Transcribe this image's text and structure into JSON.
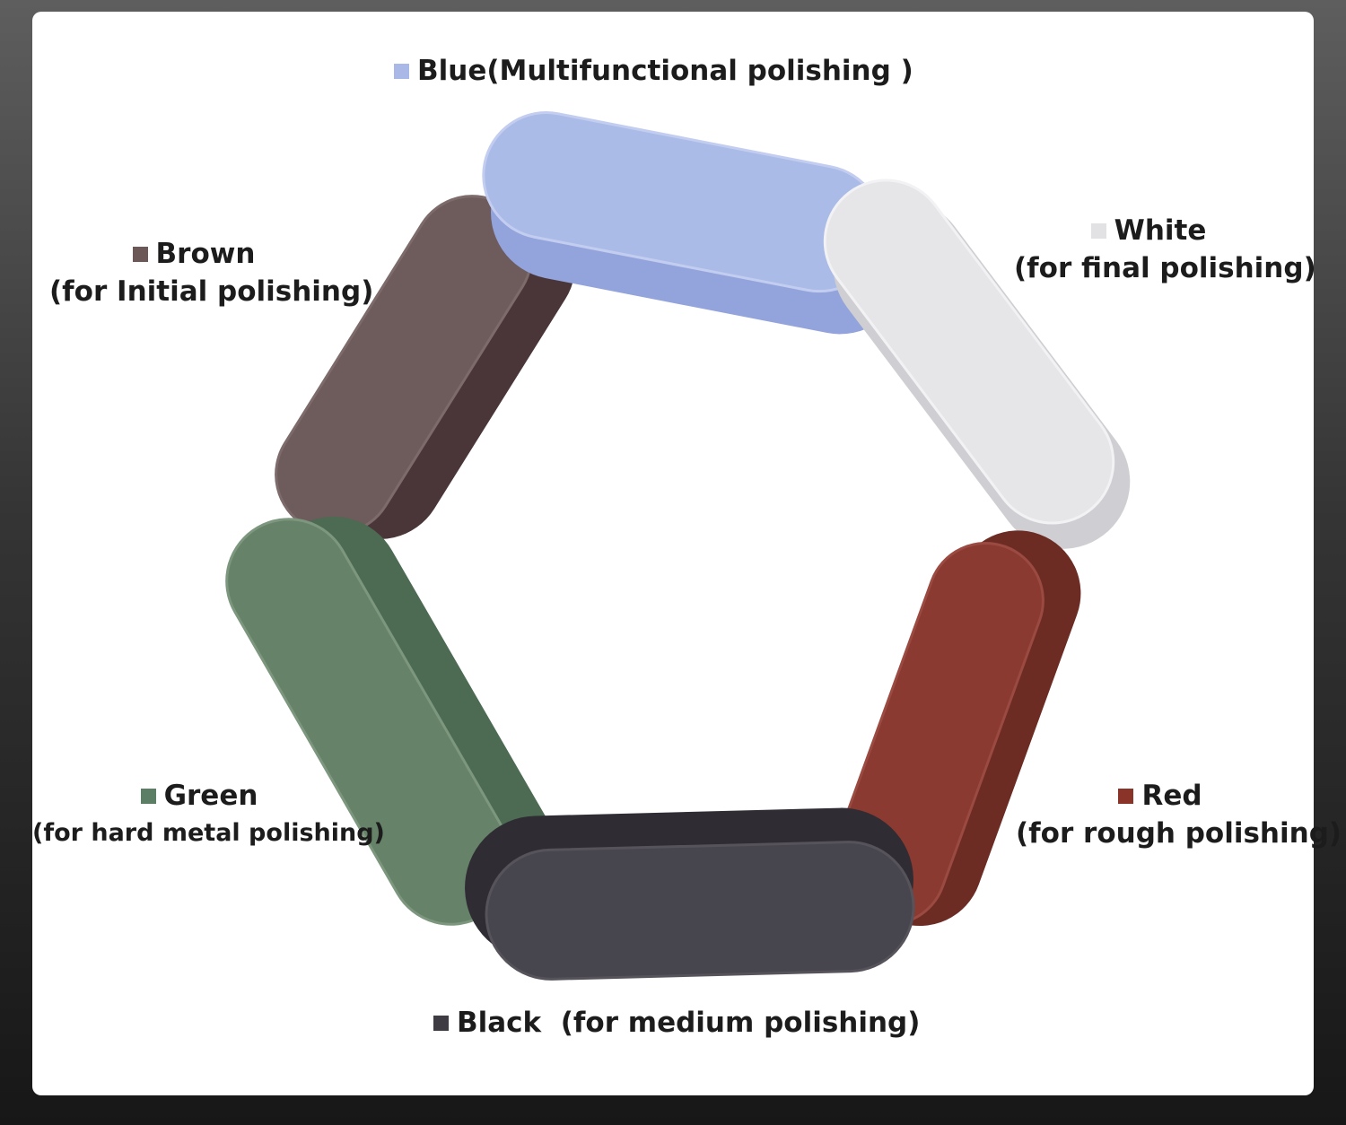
{
  "labels": {
    "blue": {
      "name": "Blue(Multifunctional polishing )",
      "color": "#a9b8e6"
    },
    "white": {
      "name": "White",
      "use": "(for final polishing)",
      "color": "#e2e2e4"
    },
    "brown": {
      "name": "Brown",
      "use": "(for Initial polishing)",
      "color": "#6d5858"
    },
    "green": {
      "name": "Green",
      "use": "(for hard metal polishing)",
      "color": "#5c7e64"
    },
    "red": {
      "name": "Red",
      "use": "(for rough polishing)",
      "color": "#8a3429"
    },
    "black": {
      "name": "Black  (for medium polishing)",
      "color": "#3e3b43"
    }
  },
  "bars": [
    {
      "id": "blue",
      "top": "#aabbe8",
      "side": "#93a3dc",
      "edge": "#c3cdf0"
    },
    {
      "id": "white",
      "top": "#e6e6e8",
      "side": "#cfcfd3",
      "edge": "#f2f2f4"
    },
    {
      "id": "red",
      "top": "#8a3a31",
      "side": "#6c2b23",
      "edge": "#9a4a40"
    },
    {
      "id": "black",
      "top": "#47454d",
      "side": "#2f2c33",
      "edge": "#56535b"
    },
    {
      "id": "green",
      "top": "#668268",
      "side": "#4c6b52",
      "edge": "#7d977f"
    },
    {
      "id": "brown",
      "top": "#6e5b5b",
      "side": "#4a3538",
      "edge": "#7d6a6a"
    }
  ]
}
